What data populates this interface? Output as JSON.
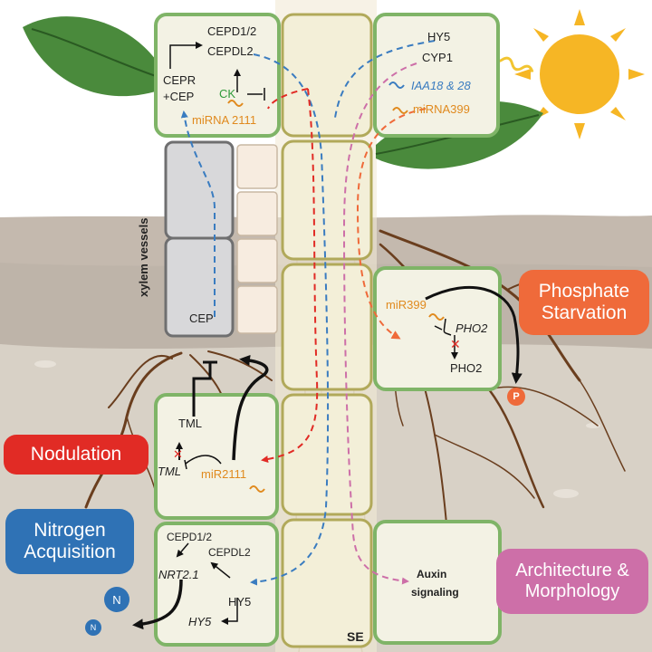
{
  "shoot_top_left": {
    "cepd12": "CEPD1/2",
    "cepdl2": "CEPDL2",
    "cepr": "CEPR",
    "plus_cep": "+CEP",
    "ck": "CK",
    "mirna2111": "miRNA 2111"
  },
  "shoot_top_right": {
    "hy5": "HY5",
    "cyp1": "CYP1",
    "iaa": "IAA18 & 28",
    "mirna399": "miRNA399"
  },
  "xylem": {
    "label": "xylem vessels",
    "cep": "CEP"
  },
  "phosphate": {
    "mir399": "miR399",
    "pho2_gene": "PHO2",
    "pho2_protein": "PHO2",
    "p": "P"
  },
  "nodulation": {
    "tml_top": "TML",
    "tml_gene": "TML",
    "mir2111": "miR2111"
  },
  "nitrogen": {
    "cepd12": "CEPD1/2",
    "cepdl2": "CEPDL2",
    "nrt21": "NRT2.1",
    "hy5_protein": "HY5",
    "hy5_gene": "HY5",
    "n_large": "N",
    "n_small": "N"
  },
  "auxin": {
    "line1": "Auxin",
    "line2": "signaling"
  },
  "se_label": "SE",
  "badges": {
    "phosphate": [
      "Phosphate",
      "Starvation"
    ],
    "nodulation": "Nodulation",
    "nitrogen": [
      "Nitrogen",
      "Acquisition"
    ],
    "architecture": [
      "Architecture &",
      "Morphology"
    ]
  },
  "colors": {
    "phosphate": "#ef6a3a",
    "nodulation": "#e12b25",
    "nitrogen": "#2f72b5",
    "architecture": "#cd6fa8",
    "cell_border": "#7fb467",
    "cell_fill": "#f3f2e4",
    "soil": "#b9aea2",
    "sky": "#ffffff"
  }
}
